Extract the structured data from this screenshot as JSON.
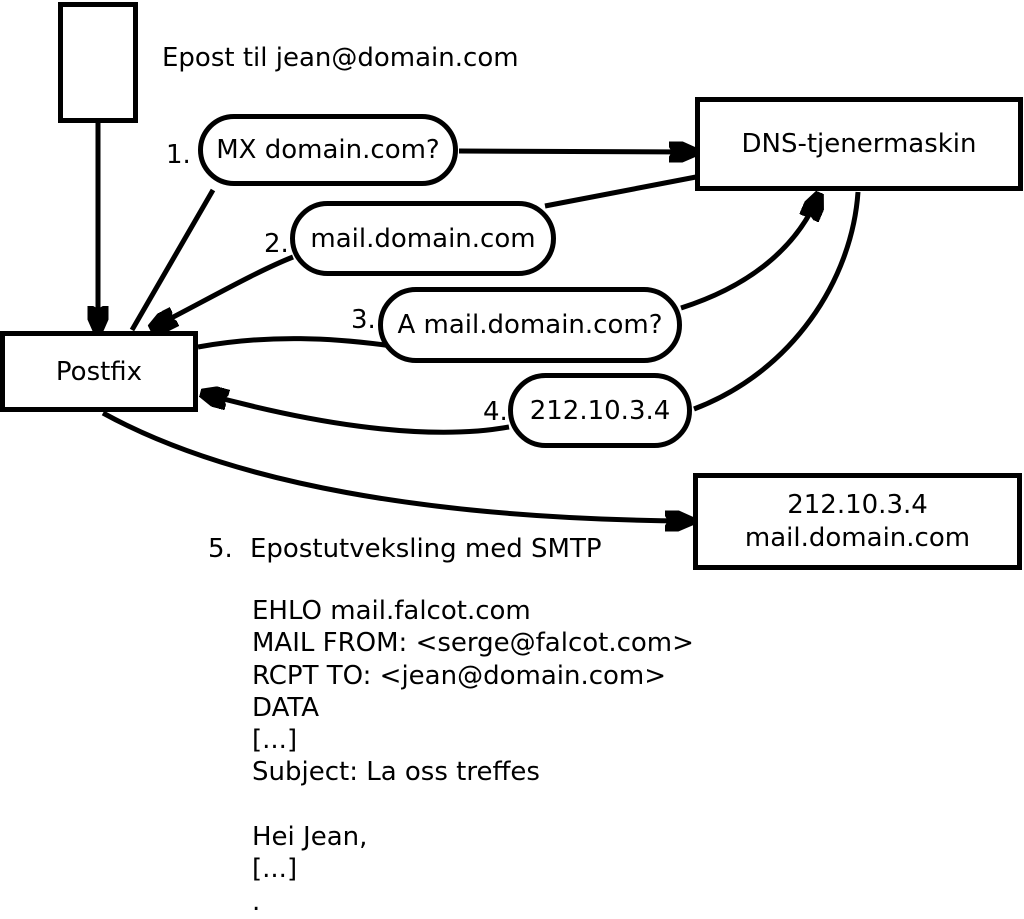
{
  "note": "Epost til jean@domain.com",
  "nodes": {
    "postfix": {
      "label": "Postfix"
    },
    "dns": {
      "label": "DNS-tjenermaskin"
    },
    "mailhost": {
      "ip": "212.10.3.4",
      "hostname": "mail.domain.com"
    }
  },
  "steps": [
    {
      "num": "1.",
      "label": "MX domain.com?"
    },
    {
      "num": "2.",
      "label": "mail.domain.com"
    },
    {
      "num": "3.",
      "label": "A mail.domain.com?"
    },
    {
      "num": "4.",
      "label": "212.10.3.4"
    },
    {
      "num": "5.",
      "label": "Epostutveksling med SMTP"
    }
  ],
  "smtp_session": {
    "lines": [
      "EHLO mail.falcot.com",
      "MAIL FROM: <serge@falcot.com>",
      "RCPT TO: <jean@domain.com>",
      "DATA",
      "[...]",
      "Subject: La oss treffes",
      "",
      "Hei Jean,",
      "[...]",
      "."
    ]
  },
  "colors": {
    "ink": "#000000",
    "background": "#ffffff"
  }
}
